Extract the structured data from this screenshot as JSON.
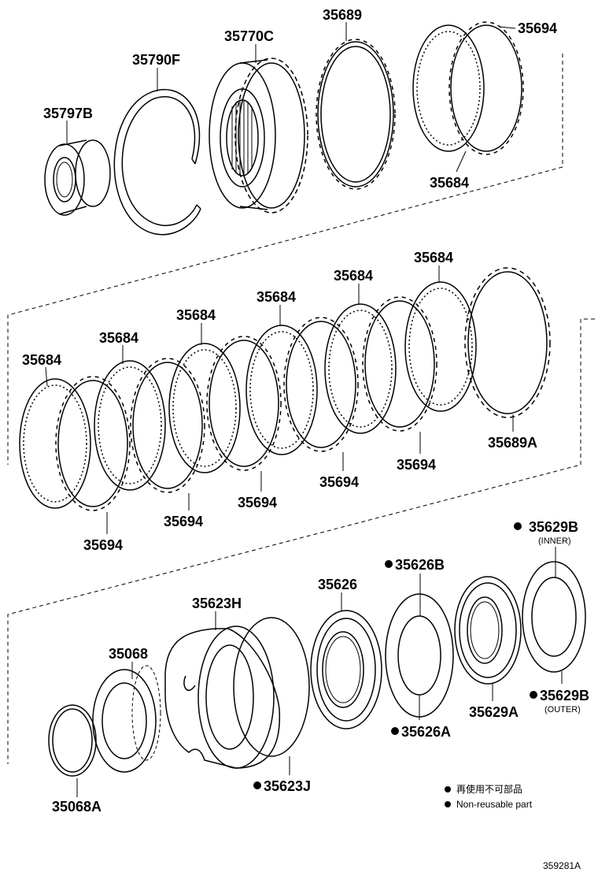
{
  "labels": {
    "p35797B": "35797B",
    "p35790F": "35790F",
    "p35770C": "35770C",
    "p35689_top": "35689",
    "p35694_top": "35694",
    "p35684_top": "35684",
    "mid_35684_1": "35684",
    "mid_35684_2": "35684",
    "mid_35684_3": "35684",
    "mid_35684_4": "35684",
    "mid_35684_5": "35684",
    "mid_35684_6": "35684",
    "mid_35694_1": "35694",
    "mid_35694_2": "35694",
    "mid_35694_3": "35694",
    "mid_35694_4": "35694",
    "mid_35694_5": "35694",
    "p35689A": "35689A",
    "p35629B_inner": "35629B",
    "inner_note": "(INNER)",
    "p35626B": "35626B",
    "p35626": "35626",
    "p35623H": "35623H",
    "p35068": "35068",
    "p35629B_outer": "35629B",
    "outer_note": "(OUTER)",
    "p35629A": "35629A",
    "p35626A": "35626A",
    "p35623J": "35623J",
    "p35068A": "35068A"
  },
  "legend": {
    "line1": "再使用不可部品",
    "line2": "Non-reusable part"
  },
  "diagram_id": "359281A"
}
